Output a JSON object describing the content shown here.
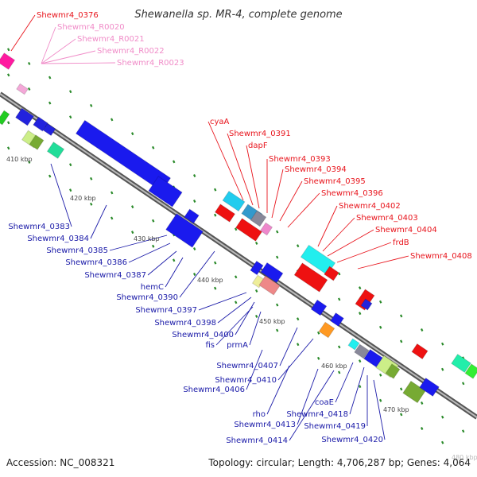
{
  "title": "Shewanella sp. MR-4, complete genome",
  "footer": {
    "accession": "Accession: NC_008321",
    "topology": "Topology: circular; Length: 4,706,287 bp; Genes: 4,064"
  },
  "colors": {
    "forward_label": "#e8141c",
    "rna_label": "#f08cc8",
    "reverse_label": "#1a1aa8",
    "backbone": "#888888",
    "tick": "#2a8a2a"
  },
  "scale": {
    "ticks": [
      "410 kbp",
      "420 kbp",
      "430 kbp",
      "440 kbp",
      "450 kbp",
      "460 kbp",
      "470 kbp",
      "480 kbp"
    ]
  },
  "labels": {
    "top": [
      "Shewmr4_0376"
    ],
    "rna": [
      "Shewmr4_R0020",
      "Shewmr4_R0021",
      "Shewmr4_R0022",
      "Shewmr4_R0023"
    ],
    "forward": [
      "cyaA",
      "Shewmr4_0391",
      "dapF",
      "Shewmr4_0393",
      "Shewmr4_0394",
      "Shewmr4_0395",
      "Shewmr4_0396",
      "Shewmr4_0402",
      "Shewmr4_0403",
      "Shewmr4_0404",
      "frdB",
      "Shewmr4_0408"
    ],
    "reverse": [
      "Shewmr4_0383",
      "Shewmr4_0384",
      "Shewmr4_0385",
      "Shewmr4_0386",
      "Shewmr4_0387",
      "hemC",
      "Shewmr4_0390",
      "Shewmr4_0397",
      "Shewmr4_0398",
      "Shewmr4_0400",
      "fis",
      "prmA",
      "Shewmr4_0407",
      "Shewmr4_0406",
      "Shewmr4_0410",
      "rho",
      "Shewmr4_0413",
      "Shewmr4_0414",
      "coaE",
      "Shewmr4_0418",
      "Shewmr4_0419",
      "Shewmr4_0420"
    ]
  }
}
